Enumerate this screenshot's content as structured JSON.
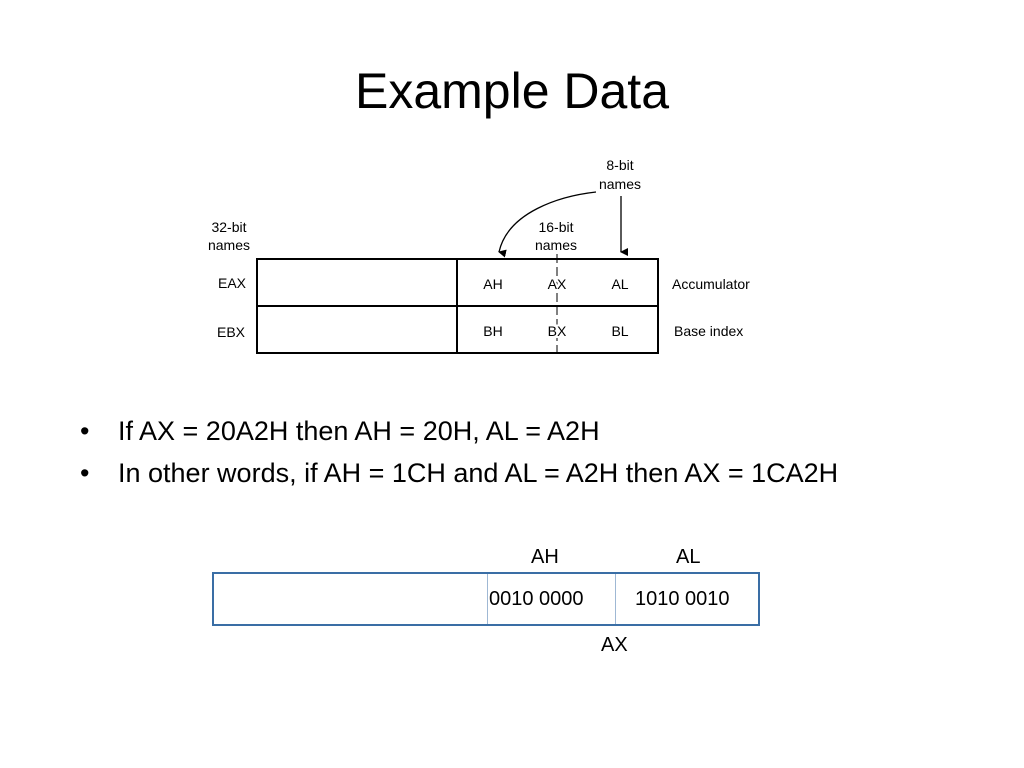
{
  "title": "Example Data",
  "register_diagram": {
    "header_32bit": [
      "32-bit",
      "names"
    ],
    "header_16bit": [
      "16-bit",
      "names"
    ],
    "header_8bit": [
      "8-bit",
      "names"
    ],
    "rows": [
      {
        "name32": "EAX",
        "high": "AH",
        "word": "AX",
        "low": "AL",
        "description": "Accumulator"
      },
      {
        "name32": "EBX",
        "high": "BH",
        "word": "BX",
        "low": "BL",
        "description": "Base index"
      }
    ]
  },
  "bullets": [
    "If AX = 20A2H then AH = 20H, AL = A2H",
    "In other words, if AH = 1CH and AL = A2H then AX = 1CA2H"
  ],
  "bullet_symbol": "•",
  "ax_example": {
    "high_label": "AH",
    "low_label": "AL",
    "high_value": "0010  0000",
    "low_value": "1010  0010",
    "word_label": "AX",
    "border_color": "#3a6ea5"
  }
}
